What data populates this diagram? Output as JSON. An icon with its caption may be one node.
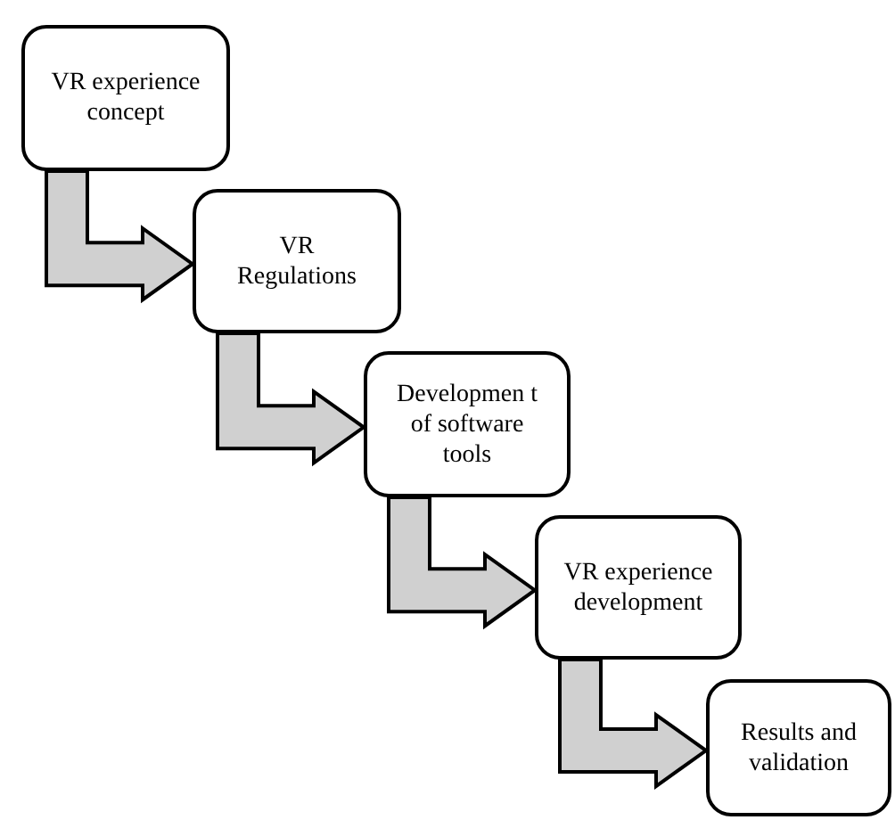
{
  "diagram": {
    "nodes": [
      {
        "text": [
          "VR experience concept"
        ]
      },
      {
        "text": [
          "VR Regulations"
        ]
      },
      {
        "text": [
          "Developmen t of software tools"
        ]
      },
      {
        "text": [
          "VR experience development"
        ]
      },
      {
        "text": [
          "Results and validation"
        ]
      }
    ],
    "edges": [
      {
        "from": 0,
        "to": 1,
        "arrow": "to"
      },
      {
        "from": 1,
        "to": 2,
        "arrow": "to"
      },
      {
        "from": 2,
        "to": 3,
        "arrow": "to"
      },
      {
        "from": 3,
        "to": 4,
        "arrow": "to"
      }
    ]
  }
}
